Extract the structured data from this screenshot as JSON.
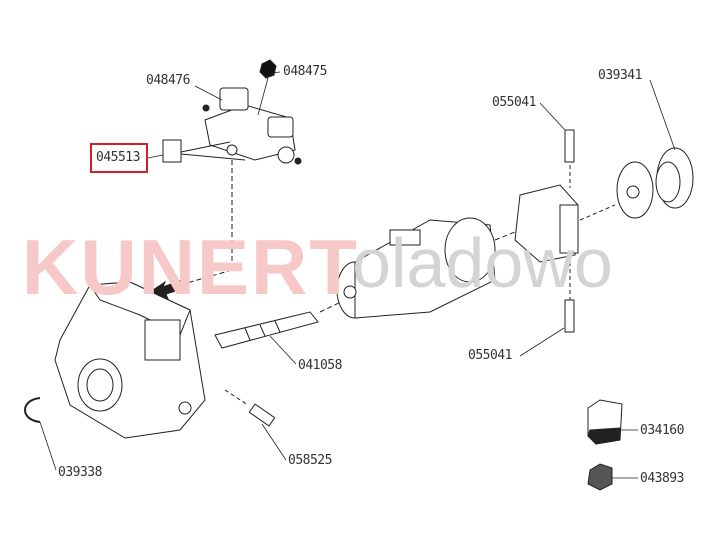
{
  "watermark": {
    "brand": "KUNERT",
    "suffix": "oladowo"
  },
  "parts": [
    {
      "id": "048476"
    },
    {
      "id": "048475"
    },
    {
      "id": "045513",
      "highlighted": true
    },
    {
      "id": "055041"
    },
    {
      "id": "039341"
    },
    {
      "id": "041058"
    },
    {
      "id": "055041"
    },
    {
      "id": "039338"
    },
    {
      "id": "058525"
    },
    {
      "id": "034160"
    },
    {
      "id": "043893"
    }
  ],
  "colors": {
    "highlight": "#d0202a",
    "watermark": "#f6c8c8"
  }
}
